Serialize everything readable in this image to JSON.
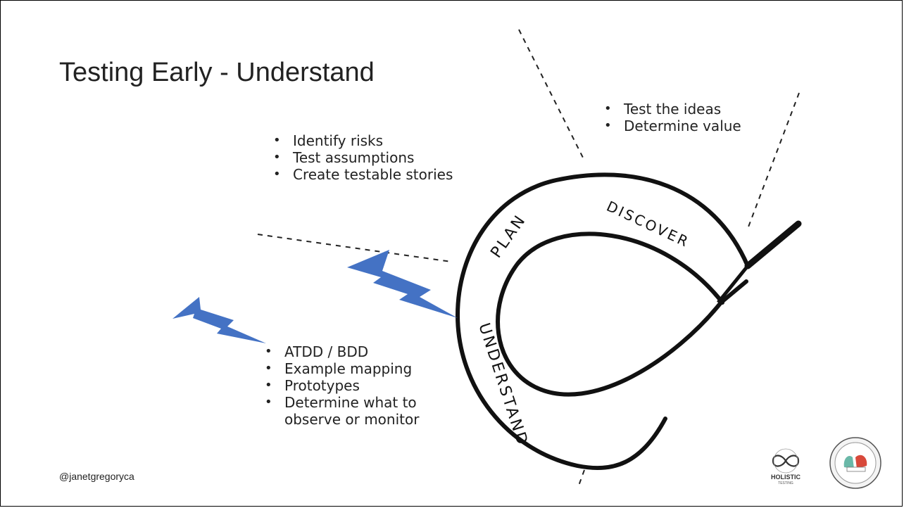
{
  "slide": {
    "title": "Testing Early - Understand",
    "handle": "@janetgregoryca"
  },
  "diagram": {
    "stages": [
      "PLAN",
      "DISCOVER",
      "UNDERSTAND"
    ]
  },
  "plan_bullets": [
    "Identify risks",
    "Test assumptions",
    "Create testable stories"
  ],
  "discover_bullets": [
    "Test the ideas",
    "Determine value"
  ],
  "understand_bullets": [
    "ATDD / BDD",
    "Example mapping",
    "Prototypes",
    "Determine what to",
    "observe or monitor"
  ],
  "logos": {
    "holistic": {
      "name": "HOLISTIC",
      "sub": "TESTING",
      "icon": "infinity-icon"
    },
    "fellowship": {
      "icon": "fellowship-seal-icon",
      "colors": [
        "#6ab8a8",
        "#d8493b"
      ]
    }
  },
  "colors": {
    "lightning": "#4472c4",
    "text": "#222222"
  }
}
